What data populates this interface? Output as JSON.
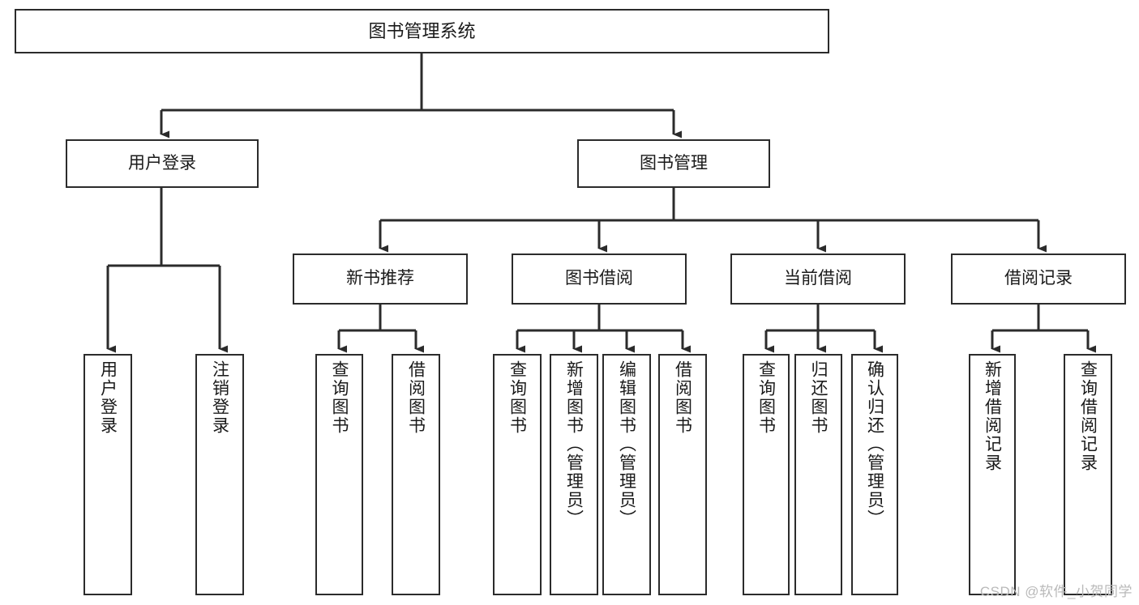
{
  "diagram": {
    "title": "图书管理系统",
    "type": "tree",
    "watermark": "CSDN @软件_小贺同学",
    "colors": {
      "box_border": "#2b2b2b",
      "box_fill": "#ffffff",
      "edge": "#2b2b2b",
      "text": "#1a1a1a",
      "watermark": "#b9b9b9",
      "background": "#ffffff"
    },
    "nodes": {
      "root": {
        "label": "图书管理系统"
      },
      "level2": [
        {
          "label": "用户登录"
        },
        {
          "label": "图书管理"
        }
      ],
      "level3": [
        {
          "label": "新书推荐"
        },
        {
          "label": "图书借阅"
        },
        {
          "label": "当前借阅"
        },
        {
          "label": "借阅记录"
        }
      ],
      "leaves_user_login": [
        {
          "label": "用户登录"
        },
        {
          "label": "注销登录"
        }
      ],
      "leaves_new_book": [
        {
          "label": "查询图书"
        },
        {
          "label": "借阅图书"
        }
      ],
      "leaves_borrow": [
        {
          "label": "查询图书"
        },
        {
          "label": "新增图书（管理员）"
        },
        {
          "label": "编辑图书（管理员）"
        },
        {
          "label": "借阅图书"
        }
      ],
      "leaves_current": [
        {
          "label": "查询图书"
        },
        {
          "label": "归还图书"
        },
        {
          "label": "确认归还（管理员）"
        }
      ],
      "leaves_records": [
        {
          "label": "新增借阅记录"
        },
        {
          "label": "查询借阅记录"
        }
      ]
    }
  }
}
